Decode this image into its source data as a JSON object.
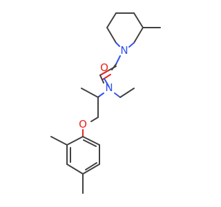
{
  "molecule": {
    "atoms": {
      "O_carbonyl": {
        "symbol": "O",
        "color": "#e8251c"
      },
      "N_piperidine": {
        "symbol": "N",
        "color": "#3050f0"
      },
      "N_amide": {
        "symbol": "N",
        "color": "#3050f0"
      },
      "O_ether": {
        "symbol": "O",
        "color": "#e8251c"
      }
    },
    "bond_color": "#404040"
  }
}
